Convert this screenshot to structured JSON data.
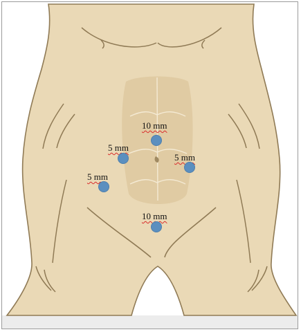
{
  "colors": {
    "skin": "#ead9b6",
    "skin_outline": "#8f7a55",
    "abdominal_zone": "#dcc69c",
    "port_fill": "#5b8fbf"
  },
  "ports": [
    {
      "id": "upper-center",
      "size_label": "10 mm"
    },
    {
      "id": "right-upper",
      "size_label": "5 mm"
    },
    {
      "id": "left-upper",
      "size_label": "5 mm"
    },
    {
      "id": "right-lower",
      "size_label": "5 mm"
    },
    {
      "id": "lower-center",
      "size_label": "10 mm"
    }
  ]
}
